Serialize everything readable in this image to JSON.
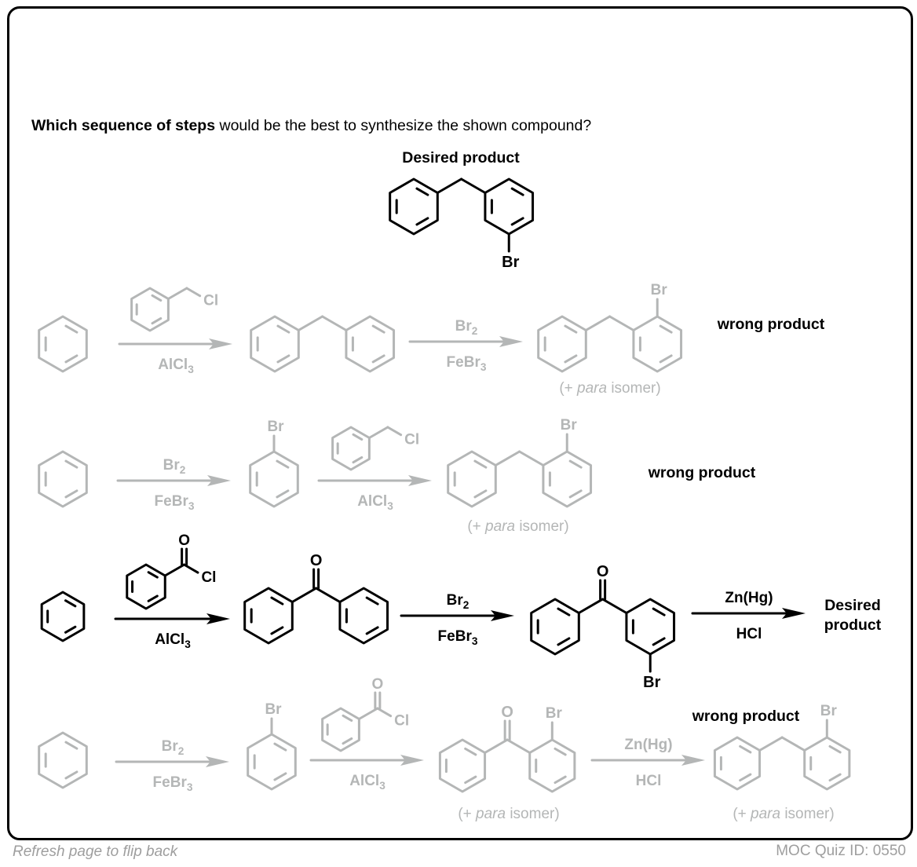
{
  "question": {
    "bold": "Which sequence of steps",
    "rest": " would be the best to synthesize the shown compound?"
  },
  "target": {
    "label": "Desired product",
    "substituent": "Br"
  },
  "colors": {
    "active": "#000000",
    "faded": "#b4b6b6",
    "footer": "#9e9e9e"
  },
  "rows": [
    {
      "status": "wrong",
      "result_label": "wrong product",
      "steps": [
        {
          "reagent_top_struct": "benzyl chloride",
          "reagent_top_atom": "Cl",
          "reagent_bottom": "AlCl",
          "reagent_bottom_sub": "3"
        },
        {
          "reagent_top": "Br",
          "reagent_top_sub": "2",
          "reagent_bottom": "FeBr",
          "reagent_bottom_sub": "3"
        }
      ],
      "product_atom": "Br",
      "isomer_note": {
        "pre": "(+ ",
        "italic": "para",
        "post": " isomer)"
      }
    },
    {
      "status": "wrong",
      "result_label": "wrong product",
      "steps": [
        {
          "reagent_top": "Br",
          "reagent_top_sub": "2",
          "reagent_bottom": "FeBr",
          "reagent_bottom_sub": "3"
        },
        {
          "reagent_top_struct": "benzyl chloride",
          "reagent_top_atom": "Cl",
          "reagent_bottom": "AlCl",
          "reagent_bottom_sub": "3"
        }
      ],
      "intermediate_atom": "Br",
      "product_atom": "Br",
      "isomer_note": {
        "pre": "(+ ",
        "italic": "para",
        "post": " isomer)"
      }
    },
    {
      "status": "correct",
      "result_label_line1": "Desired",
      "result_label_line2": "product",
      "steps": [
        {
          "reagent_top_struct": "benzoyl chloride",
          "reagent_top_o": "O",
          "reagent_top_atom": "Cl",
          "reagent_bottom": "AlCl",
          "reagent_bottom_sub": "3"
        },
        {
          "reagent_top": "Br",
          "reagent_top_sub": "2",
          "reagent_bottom": "FeBr",
          "reagent_bottom_sub": "3"
        },
        {
          "reagent_top": "Zn(Hg)",
          "reagent_bottom": "HCl"
        }
      ],
      "intermediate_o": "O",
      "product_o": "O",
      "product_atom": "Br"
    },
    {
      "status": "wrong",
      "result_label": "wrong product",
      "steps": [
        {
          "reagent_top": "Br",
          "reagent_top_sub": "2",
          "reagent_bottom": "FeBr",
          "reagent_bottom_sub": "3"
        },
        {
          "reagent_top_struct": "benzoyl chloride",
          "reagent_top_o": "O",
          "reagent_top_atom": "Cl",
          "reagent_bottom": "AlCl",
          "reagent_bottom_sub": "3"
        },
        {
          "reagent_top": "Zn(Hg)",
          "reagent_bottom": "HCl"
        }
      ],
      "intermediate_atom": "Br",
      "ketone_o": "O",
      "ketone_atom": "Br",
      "product_atom": "Br",
      "isomer_note": {
        "pre": "(+ ",
        "italic": "para",
        "post": " isomer)"
      }
    }
  ],
  "footer": {
    "left": "Refresh page to flip back",
    "right": "MOC Quiz ID: 0550"
  }
}
